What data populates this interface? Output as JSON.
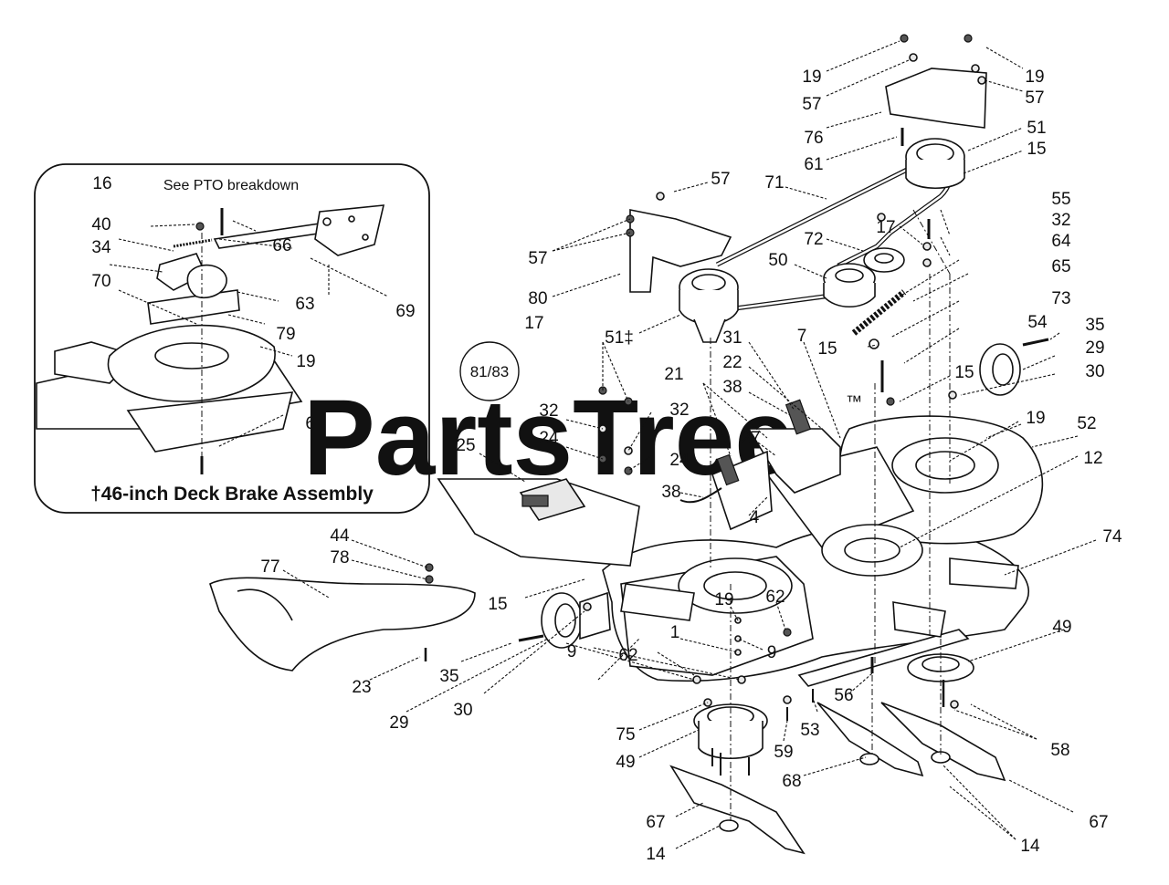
{
  "watermark": {
    "text": "PartsTree",
    "trademark": "™"
  },
  "inset": {
    "note": "See PTO breakdown",
    "title": "†46-inch Deck Brake Assembly",
    "labels": [
      "16",
      "40",
      "34",
      "70",
      "66",
      "63",
      "79",
      "69",
      "19",
      "60"
    ]
  },
  "ring_label": "81/83",
  "labels": [
    "19",
    "57",
    "76",
    "61",
    "19",
    "57",
    "51",
    "15",
    "71",
    "57",
    "57",
    "80",
    "17",
    "51‡",
    "72",
    "50",
    "17",
    "55",
    "32",
    "64",
    "65",
    "73",
    "15",
    "54",
    "35",
    "29",
    "30",
    "15",
    "31",
    "7",
    "22",
    "38",
    "21",
    "27",
    "32",
    "24",
    "32",
    "24",
    "25",
    "38",
    "4",
    "19",
    "52",
    "12",
    "74",
    "44",
    "78",
    "77",
    "15",
    "23",
    "35",
    "29",
    "30",
    "9",
    "1",
    "62",
    "19",
    "62",
    "9",
    "49",
    "56",
    "53",
    "75",
    "49",
    "59",
    "58",
    "68",
    "67",
    "14",
    "67",
    "14"
  ]
}
